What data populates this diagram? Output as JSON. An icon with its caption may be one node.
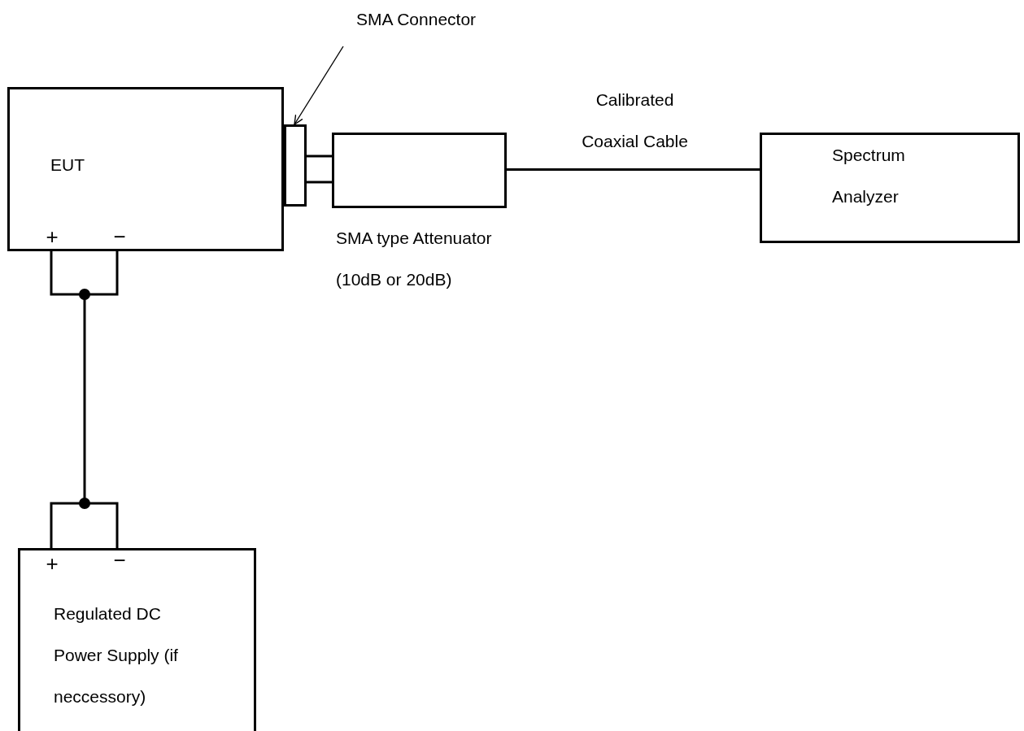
{
  "diagram": {
    "nodes": [
      {
        "text": [
          "EUT"
        ]
      },
      {
        "text": [],
        "shape": "box"
      },
      {
        "text": [
          "SMA Connector"
        ]
      },
      {
        "text": [],
        "shape": "box",
        "beside": [
          "SMA type Attenuator (10dB or 20dB)"
        ]
      },
      {
        "text": [
          "Spectrum Analyzer"
        ]
      },
      {
        "text": [
          "Regulated DC Power Supply (if neccessory)"
        ]
      }
    ],
    "edges": [
      {
        "from": 2,
        "to": 1,
        "arrow": "to"
      },
      {
        "from": 1,
        "to": 3,
        "arrow": "none"
      },
      {
        "from": 3,
        "to": 4,
        "arrow": "none",
        "label": "Calibrated Coaxial Cable"
      },
      {
        "from": 0,
        "to": 5,
        "arrow": "none"
      }
    ],
    "labels": [
      "+",
      "−",
      "+",
      "−"
    ]
  }
}
